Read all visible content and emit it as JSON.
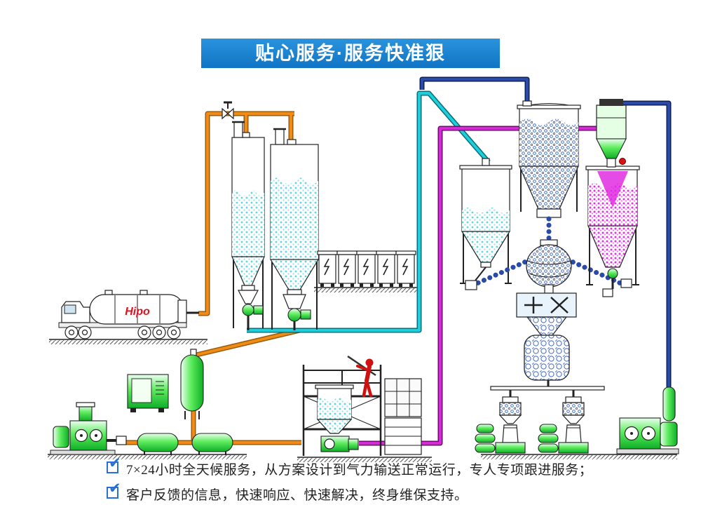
{
  "header": {
    "title": "贴心服务·服务快准狠",
    "bg_color": "#1881d4",
    "text_color": "#ffffff"
  },
  "diagram": {
    "truck_logo": "Hipo",
    "colors": {
      "pipe_orange": "#f08c16",
      "pipe_cyan": "#1ecfdb",
      "pipe_magenta": "#d42cd4",
      "pipe_dark_blue": "#2a4ba8",
      "equipment_green": "#3fd84a",
      "material_cyan": "#5fd3e0",
      "material_blue": "#3a62b8",
      "material_magenta": "#e331e3",
      "worker_red": "#cf1111",
      "logo_red": "#e01020"
    }
  },
  "services": {
    "check_glyph": "✔",
    "items": [
      "7×24小时全天候服务，从方案设计到气力输送正常运行，专人专项跟进服务；",
      "客户反馈的信息，快速响应、快速解决，终身维保支持。"
    ]
  }
}
